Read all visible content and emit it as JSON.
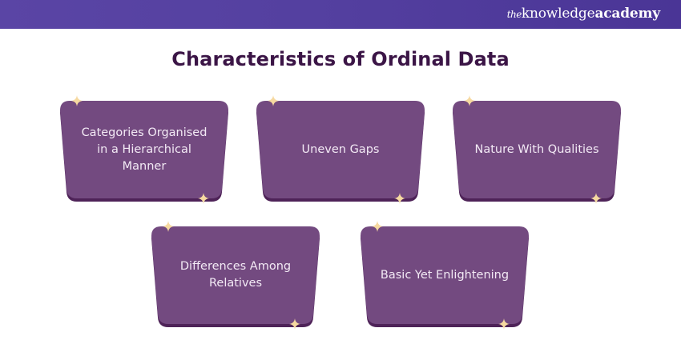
{
  "header": {
    "brand_prefix": "the",
    "brand_main": "knowledge",
    "brand_suffix": "academy",
    "background_color": "#5440a0"
  },
  "title": "Characteristics of Ordinal Data",
  "colors": {
    "title": "#3b1546",
    "card_fill": "#734a80",
    "card_shadow": "#4e2358",
    "card_text": "#f3eaf5",
    "sparkle": "#f6d9a0"
  },
  "cards": [
    {
      "label": "Categories Organised in a Hierarchical Manner"
    },
    {
      "label": "Uneven Gaps"
    },
    {
      "label": "Nature With Qualities"
    },
    {
      "label": "Differences Among Relatives"
    },
    {
      "label": "Basic Yet Enlightening"
    }
  ]
}
